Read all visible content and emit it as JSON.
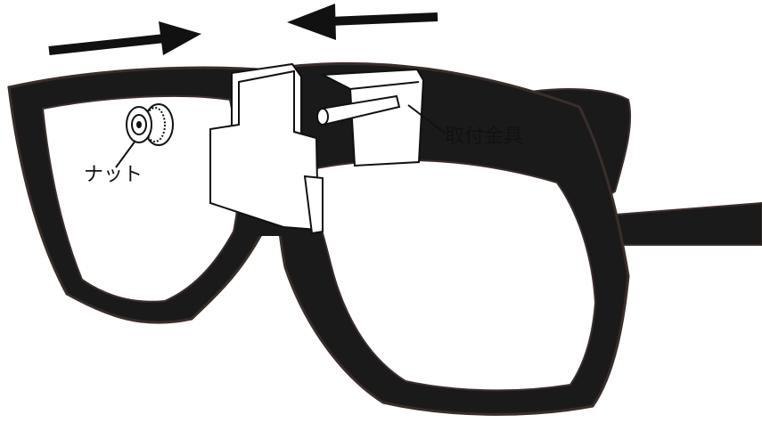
{
  "labels": {
    "nut": "ナット",
    "bracket": "取付金具"
  },
  "colors": {
    "frame": "#1a1a1a",
    "frame_edge": "#3a2e2a",
    "metal": "#ffffff",
    "line": "#111111"
  },
  "arrows": {
    "left_arrow_direction": "right",
    "right_arrow_direction": "left"
  }
}
